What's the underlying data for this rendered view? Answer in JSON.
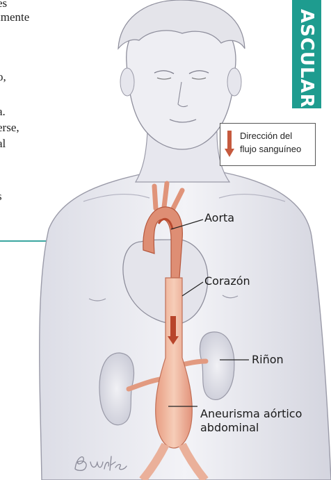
{
  "body_text_lines": [
    "es",
    "imente",
    "",
    "o,",
    "",
    "a.",
    "erse,",
    "al",
    "",
    "s"
  ],
  "side_tab": "ASCULAR",
  "legend": {
    "line1": "Dirección del",
    "line2": "flujo sanguíneo"
  },
  "labels": {
    "aorta": "Aorta",
    "heart": "Corazón",
    "kidney": "Riñon",
    "aneurysm_line1": "Aneurisma aórtico",
    "aneurysm_line2": "abdominal"
  },
  "signature": "Burke",
  "colors": {
    "tab": "#1e9c8f",
    "artery": "#e9a58a",
    "artery_dark": "#c25a3c",
    "rule": "#3aa6a0"
  }
}
